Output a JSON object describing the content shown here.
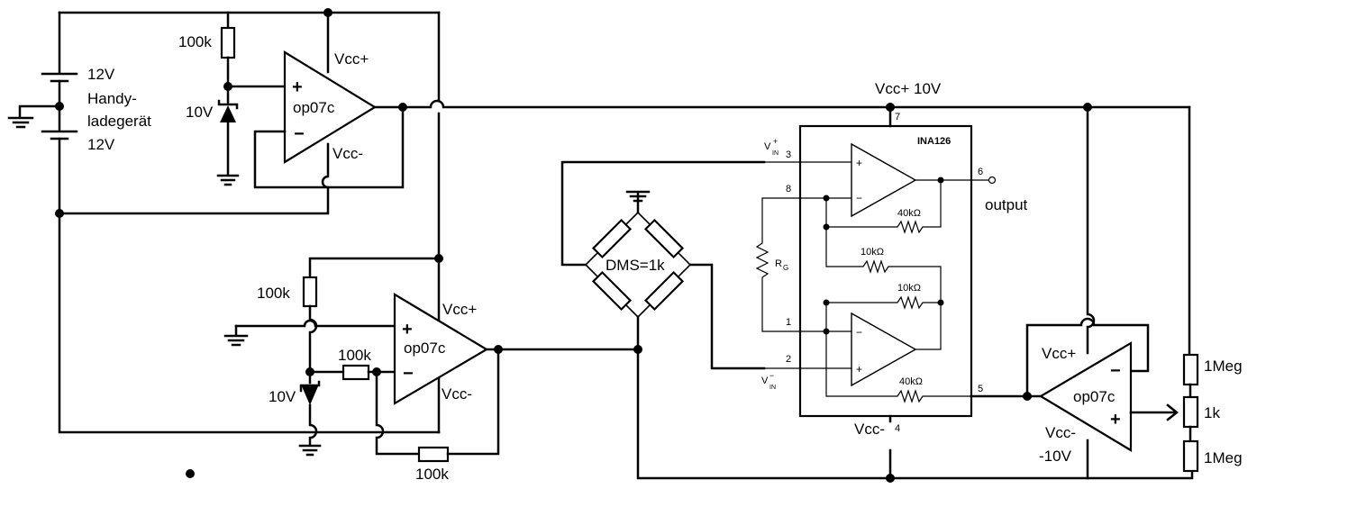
{
  "battery": {
    "top_voltage": "12V",
    "name_line1": "Handy-",
    "name_line2": "ladegerät",
    "bottom_voltage": "12V"
  },
  "upper_reference": {
    "resistor": "100k",
    "zener": "10V",
    "opamp": "op07c",
    "vcc_plus": "Vcc+",
    "vcc_minus": "Vcc-"
  },
  "lower_reference": {
    "resistor_top": "100k",
    "resistor_middle": "100k",
    "resistor_feedback": "100k",
    "zener": "10V",
    "opamp": "op07c",
    "vcc_plus": "Vcc+",
    "vcc_minus": "Vcc-"
  },
  "supply_rail_label": "Vcc+ 10V",
  "bridge_label": "DMS=1k",
  "ina126": {
    "name": "INA126",
    "pin_vcc_plus": "7",
    "pin_vin_plus": "3",
    "pin_rg_top": "8",
    "pin_rg_bottom": "1",
    "pin_vin_minus": "2",
    "pin_out": "6",
    "pin_ref": "5",
    "pin_vcc_minus": "4",
    "vin_letter": "V",
    "vin_sub": "IN",
    "vin_plus_sup": "+",
    "vin_minus_sup": "−",
    "rg_letter": "R",
    "rg_sub": "G",
    "r_top": "40kΩ",
    "r_mid1": "10kΩ",
    "r_mid2": "10kΩ",
    "r_bottom": "40kΩ",
    "output_label": "output",
    "vcc_minus_label": "Vcc-"
  },
  "ref_buffer": {
    "opamp": "op07c",
    "vcc_plus": "Vcc+",
    "vcc_minus_line1": "Vcc-",
    "vcc_minus_line2": "-10V"
  },
  "divider": {
    "r_top": "1Meg",
    "pot": "1k",
    "r_bottom": "1Meg"
  }
}
